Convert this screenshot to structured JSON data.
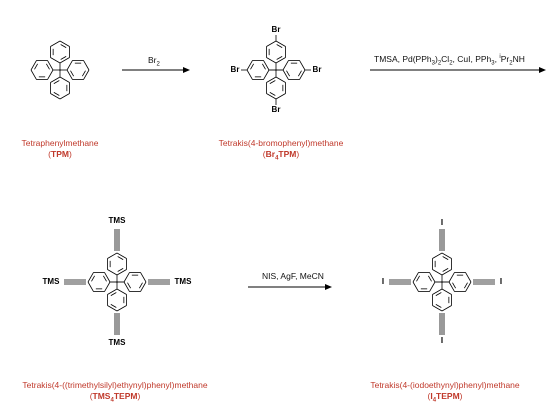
{
  "compounds": [
    {
      "name": "Tetraphenylmethane",
      "abbr_pre": "TPM",
      "abbr_sub": "",
      "abbr_post": ""
    },
    {
      "name": "Tetrakis(4-bromophenyl)methane",
      "abbr_pre": "Br",
      "abbr_sub": "4",
      "abbr_post": "TPM"
    },
    {
      "name": "Tetrakis(4-((trimethylsilyl)ethynyl)phenyl)methane",
      "abbr_pre": "TMS",
      "abbr_sub": "4",
      "abbr_post": "TEPM"
    },
    {
      "name": "Tetrakis(4-(iodoethynyl)phenyl)methane",
      "abbr_pre": "I",
      "abbr_sub": "4",
      "abbr_post": "TEPM"
    }
  ],
  "substituents": {
    "br": "Br",
    "tms": "TMS",
    "iodo": "I"
  },
  "conditions": {
    "step1": {
      "reagent": "Br",
      "sub": "2"
    },
    "step2": {
      "t1": "TMSA, Pd(PPh",
      "s1": "3",
      "t2": ")",
      "s2": "2",
      "t3": "Cl",
      "s3": "2",
      "t4": ", CuI, PPh",
      "s4": "3",
      "t5": ", ",
      "sup": "i",
      "t6": "Pr",
      "s6": "2",
      "t7": "NH"
    },
    "step3": "NIS, AgF, MeCN"
  },
  "colors": {
    "label": "#c0392b",
    "bond": "#000000"
  }
}
